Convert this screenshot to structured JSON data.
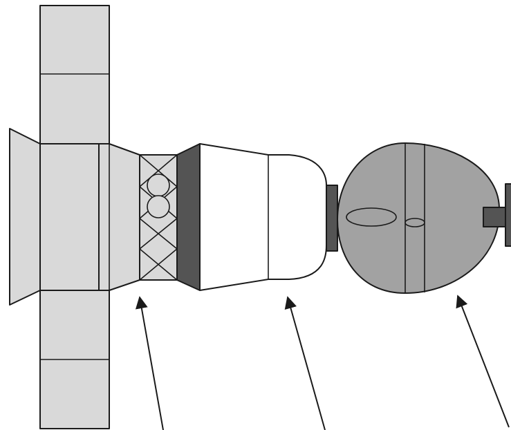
{
  "diagram": {
    "subject": "spacecraft-illustration",
    "components": [
      "solar-panel-upper",
      "solar-panel-lower",
      "engine-nozzle",
      "service-module",
      "instrument-section",
      "descent-module",
      "orbital-module",
      "docking-port"
    ],
    "pointer_arrows": 3,
    "labels": []
  },
  "colors": {
    "light_gray": "#d9d9d9",
    "mid_gray": "#a2a2a2",
    "dark_gray": "#545454",
    "white": "#ffffff",
    "outline": "#1a1a1a"
  }
}
